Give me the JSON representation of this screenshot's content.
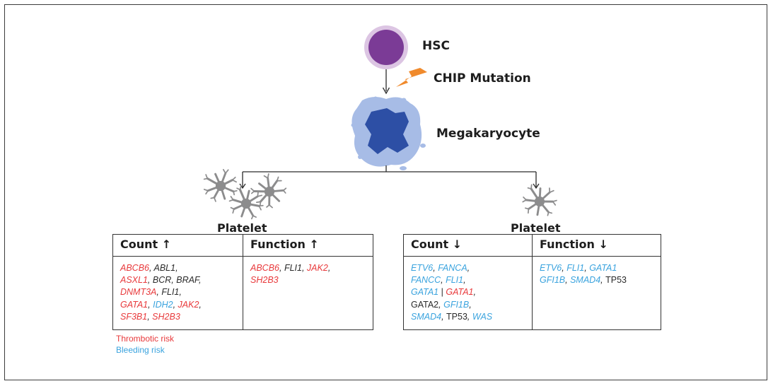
{
  "diagram": {
    "nodes": {
      "hsc": "HSC",
      "mutation": "CHIP Mutation",
      "megakaryocyte": "Megakaryocyte",
      "platelet_left": "Platelet",
      "platelet_right": "Platelet"
    },
    "colors": {
      "thrombotic": "#e8393b",
      "bleeding": "#3aa3de",
      "neutral": "#2a2a2a",
      "hsc_fill": "#7b3b96",
      "hsc_ring": "#dcc5e3",
      "lightning": "#f08a2c",
      "mk_outer": "#9fb5e3",
      "mk_nucleus": "#2d4fa5",
      "platelet": "#8c8c8d"
    },
    "tables": {
      "increased": {
        "count_header": "Count ↑",
        "function_header": "Function ↑",
        "count_genes": [
          {
            "text": "ABCB6",
            "risk": "thrombotic"
          },
          {
            "text": "ABL1",
            "risk": "none"
          },
          {
            "text": "ASXL1",
            "risk": "thrombotic"
          },
          {
            "text": "BCR",
            "risk": "none"
          },
          {
            "text": "BRAF",
            "risk": "none"
          },
          {
            "text": "DNMT3A",
            "risk": "thrombotic"
          },
          {
            "text": "FLI1",
            "risk": "none"
          },
          {
            "text": "GATA1",
            "risk": "thrombotic"
          },
          {
            "text": "IDH2",
            "risk": "bleeding"
          },
          {
            "text": "JAK2",
            "risk": "thrombotic"
          },
          {
            "text": "SF3B1",
            "risk": "thrombotic"
          },
          {
            "text": "SH2B3",
            "risk": "thrombotic"
          }
        ],
        "function_genes": [
          {
            "text": "ABCB6",
            "risk": "thrombotic"
          },
          {
            "text": "FLI1",
            "risk": "none"
          },
          {
            "text": "JAK2",
            "risk": "thrombotic"
          },
          {
            "text": "SH2B3",
            "risk": "thrombotic"
          }
        ]
      },
      "decreased": {
        "count_header": "Count ↓",
        "function_header": "Function ↓",
        "count_genes": [
          {
            "text": "ETV6",
            "risk": "bleeding"
          },
          {
            "text": "FANCA",
            "risk": "bleeding"
          },
          {
            "text": "FANCC",
            "risk": "bleeding"
          },
          {
            "text": "FLI1",
            "risk": "bleeding"
          },
          {
            "text": "GATA1",
            "risk": "bleeding"
          },
          {
            "text": "GATA1",
            "risk": "thrombotic"
          },
          {
            "text": "GATA2",
            "risk": "none"
          },
          {
            "text": "GFI1B",
            "risk": "bleeding"
          },
          {
            "text": "SMAD4",
            "risk": "bleeding"
          },
          {
            "text": "TP53",
            "risk": "none"
          },
          {
            "text": "WAS",
            "risk": "bleeding"
          }
        ],
        "function_genes": [
          {
            "text": "ETV6",
            "risk": "bleeding"
          },
          {
            "text": "FLI1",
            "risk": "bleeding"
          },
          {
            "text": "GATA1",
            "risk": "bleeding"
          },
          {
            "text": "GFI1B",
            "risk": "bleeding"
          },
          {
            "text": "SMAD4",
            "risk": "bleeding"
          },
          {
            "text": "TP53",
            "risk": "none"
          }
        ]
      }
    },
    "legend": {
      "thrombotic": "Thrombotic risk",
      "bleeding": "Bleeding risk"
    }
  }
}
